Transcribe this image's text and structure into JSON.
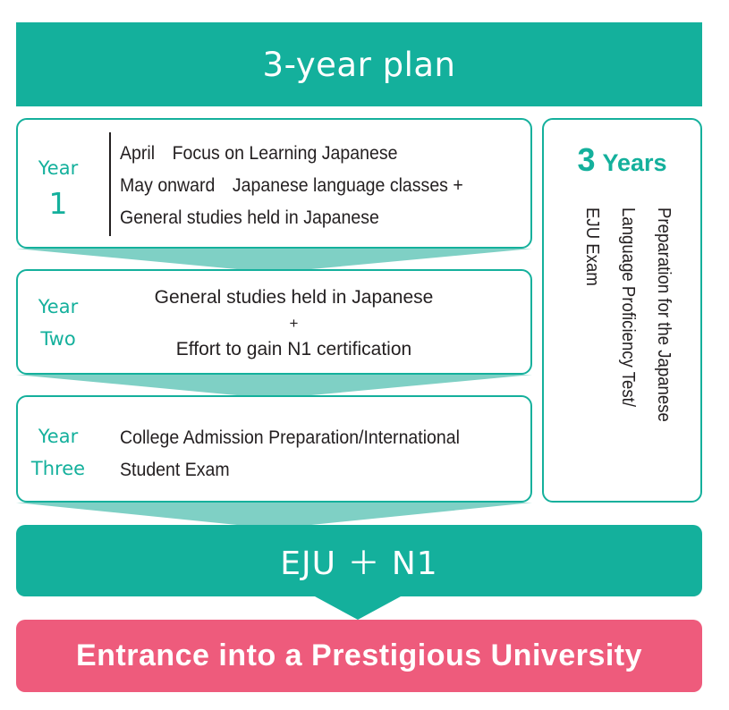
{
  "header": {
    "title": "3-year plan"
  },
  "year1": {
    "label_word": "Year",
    "label_num": "1",
    "lines": [
      "April Focus on Learning Japanese",
      "May onward Japanese language classes +",
      "General studies held in Japanese"
    ]
  },
  "year2": {
    "label_word": "Year",
    "label_num": "Two",
    "lines": [
      "General studies held in Japanese",
      "+",
      "Effort to gain N1 certification"
    ]
  },
  "year3": {
    "label_word": "Year",
    "label_num": "Three",
    "lines": [
      "College Admission Preparation/International",
      "Student Exam"
    ]
  },
  "side_panel": {
    "years_num": "3",
    "years_word": "Years",
    "vertical_lines": [
      "Preparation for the Japanese",
      "Language Proficiency Test/",
      "EJU Exam"
    ]
  },
  "eju": {
    "text": "EJU ＋ N1"
  },
  "final": {
    "text": "Entrance into a Prestigious University"
  },
  "colors": {
    "teal": "#14b09c",
    "light_teal": "#7fd0c5",
    "pink": "#ee5b7c",
    "text": "#231f20"
  }
}
